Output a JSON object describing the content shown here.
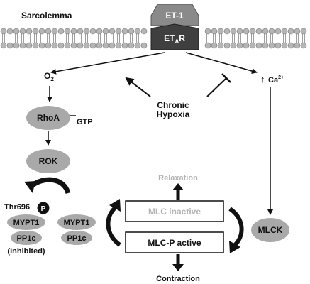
{
  "membrane": {
    "label": "Sarcolemma"
  },
  "receptor": {
    "ligand": "ET-1",
    "receptor_main": "ET",
    "receptor_sub": "A",
    "receptor_end": "R"
  },
  "stimulus": {
    "line1": "Chronic",
    "line2": "Hypoxia"
  },
  "left_pathway": {
    "superoxide": "O",
    "superoxide_sub": "2",
    "superoxide_charge": "-",
    "rhoa": "RhoA",
    "gtp": "GTP",
    "rok": "ROK",
    "phospho_site": "Thr696",
    "phospho_mark": "P",
    "mypt1": "MYPT1",
    "pp1c": "PP1c",
    "inhibited": "(Inhibited)"
  },
  "right_pathway": {
    "calcium_arrow": "↑",
    "calcium": "Ca",
    "calcium_charge": "2+",
    "mlck": "MLCK"
  },
  "cycle": {
    "relaxation": "Relaxation",
    "mlc_inactive": "MLC inactive",
    "mlc_p_active": "MLC-P active",
    "contraction": "Contraction"
  },
  "colors": {
    "node_fill": "#a9a9a9",
    "receptor_top": "#8a8a8a",
    "receptor_bottom": "#3f3f3f",
    "faded_text": "#b3b3b3",
    "line": "#111111"
  }
}
